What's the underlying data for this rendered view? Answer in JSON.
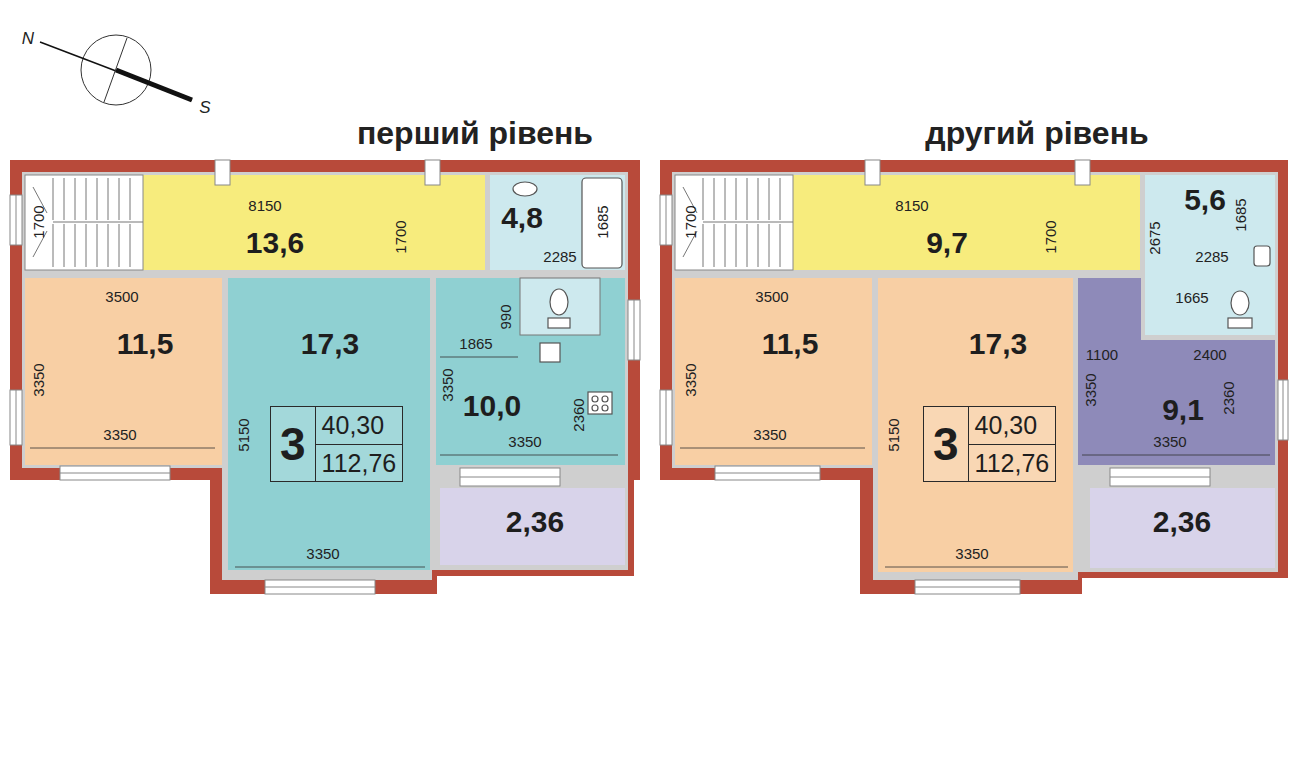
{
  "diagram": {
    "nodes": [
      {
        "text": [
          "13,6"
        ]
      },
      {
        "text": [
          "4,8"
        ]
      },
      {
        "text": [
          "11,5"
        ]
      },
      {
        "text": [
          "17,3"
        ]
      },
      {
        "text": [
          "3",
          "40,30",
          "112,76"
        ],
        "in": 3
      },
      {
        "text": [
          "10,0"
        ]
      },
      {
        "text": [
          "2,36"
        ]
      },
      {
        "text": [
          "9,7"
        ]
      },
      {
        "text": [
          "5,6"
        ]
      },
      {
        "text": [
          "11,5"
        ]
      },
      {
        "text": [
          "17,3"
        ]
      },
      {
        "text": [
          "3",
          "40,30",
          "112,76"
        ],
        "in": 10
      },
      {
        "text": [
          "9,1"
        ]
      },
      {
        "text": [
          "2,36"
        ]
      }
    ],
    "labels": [
      "N",
      "S",
      "перший рівень",
      "другий рівень",
      "1700",
      "8150",
      "1700",
      "2285",
      "1685",
      "3500",
      "3350",
      "3350",
      "5150",
      "3350",
      "990",
      "1865",
      "3350",
      "2360",
      "3350",
      "1700",
      "8150",
      "1700",
      "2675",
      "2285",
      "1685",
      "1665",
      "3500",
      "3350",
      "3350",
      "5150",
      "3350",
      "1100",
      "2400",
      "3350",
      "2360",
      "3350"
    ]
  }
}
